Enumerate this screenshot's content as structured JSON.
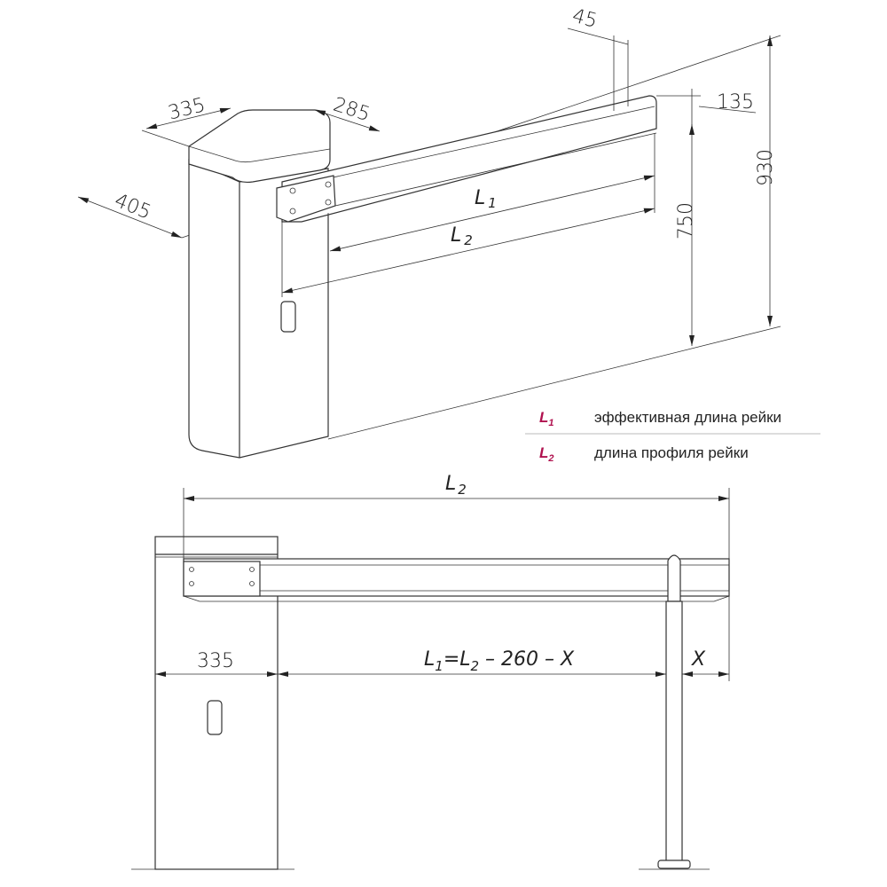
{
  "top_view": {
    "dims": {
      "d45": "45",
      "d135": "135",
      "d930": "930",
      "d750": "750",
      "d335": "335",
      "d285": "285",
      "d405": "405",
      "l1_letter": "L",
      "l1_sub": "1",
      "l2_letter": "L",
      "l2_sub": "2"
    }
  },
  "legend": {
    "items": [
      {
        "key": "L",
        "sub": "1",
        "text": "эффективная длина рейки"
      },
      {
        "key": "L",
        "sub": "2",
        "text": "длина профиля рейки"
      }
    ],
    "key_color": "#b0124f"
  },
  "front_view": {
    "l2_letter": "L",
    "l2_sub": "2",
    "d335": "335",
    "formula": {
      "l1_letter": "L",
      "l1_sub": "1",
      "eq": "=",
      "l2_letter": "L",
      "l2_sub": "2",
      "rest": " – 260 – "
    },
    "x_label": "X"
  }
}
